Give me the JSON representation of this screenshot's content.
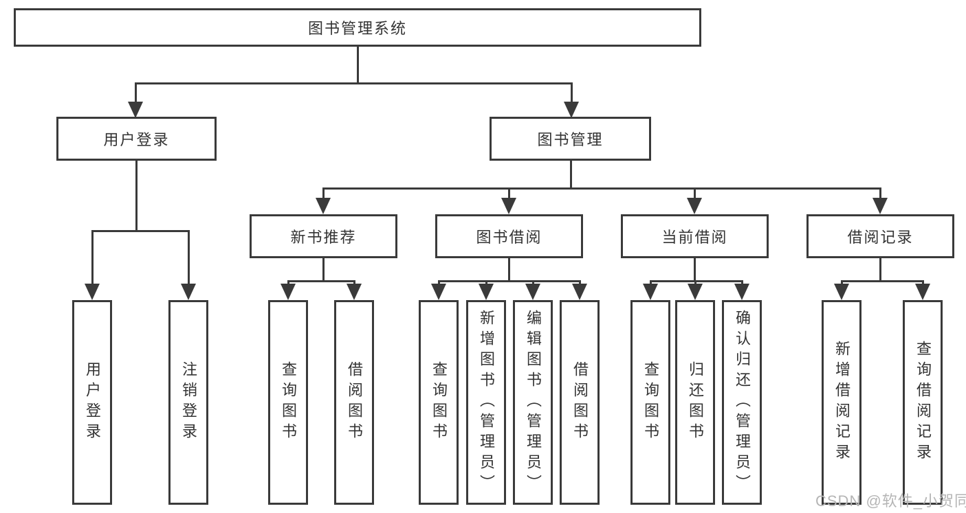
{
  "diagram": {
    "root": {
      "label": "图书管理系统"
    },
    "branches": [
      {
        "label": "用户登录",
        "children": [
          {
            "label": "用户登录"
          },
          {
            "label": "注销登录"
          }
        ]
      },
      {
        "label": "图书管理",
        "children": [
          {
            "label": "新书推荐",
            "children": [
              {
                "label": "查询图书"
              },
              {
                "label": "借阅图书"
              }
            ]
          },
          {
            "label": "图书借阅",
            "children": [
              {
                "label": "查询图书"
              },
              {
                "label": "新增图书（管理员）"
              },
              {
                "label": "编辑图书（管理员）"
              },
              {
                "label": "借阅图书"
              }
            ]
          },
          {
            "label": "当前借阅",
            "children": [
              {
                "label": "查询图书"
              },
              {
                "label": "归还图书"
              },
              {
                "label": "确认归还（管理员）"
              }
            ]
          },
          {
            "label": "借阅记录",
            "children": [
              {
                "label": "新增借阅记录"
              },
              {
                "label": "查询借阅记录"
              }
            ]
          }
        ]
      }
    ],
    "watermark": "CSDN @软件_小贺同学",
    "colors": {
      "line": "#3a3a3a",
      "text": "#333333",
      "watermark": "#b5b5b5"
    }
  }
}
